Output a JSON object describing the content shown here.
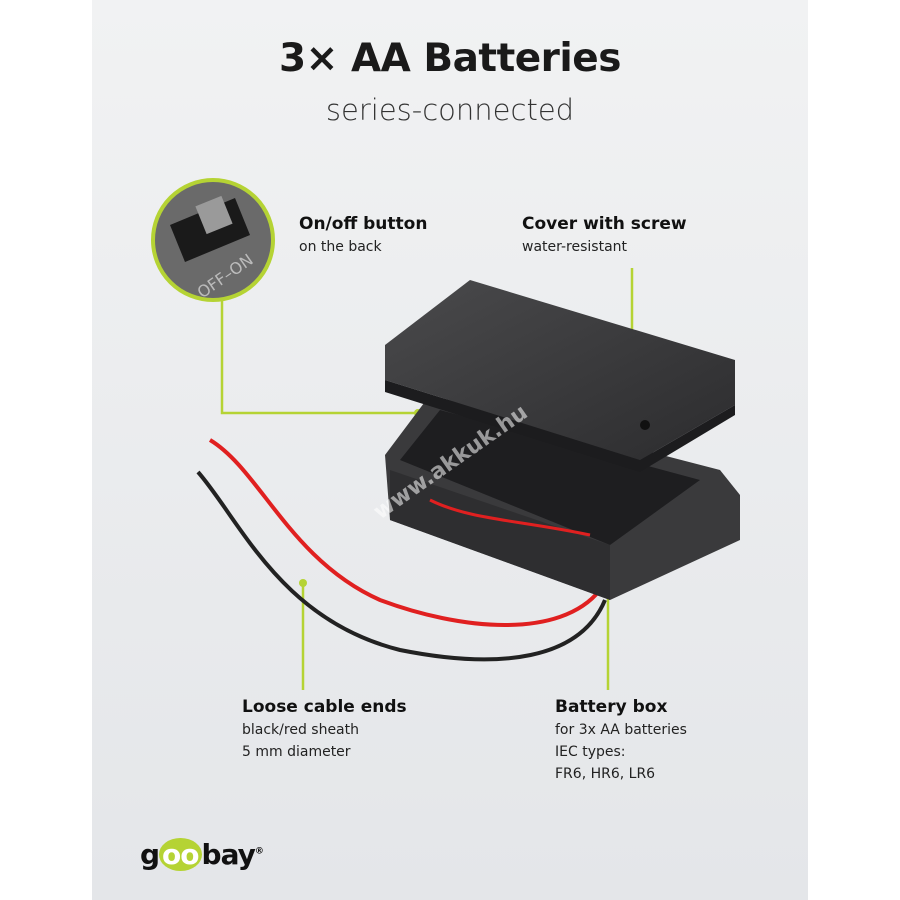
{
  "header": {
    "title": "3× AA Batteries",
    "subtitle": "series-connected"
  },
  "callouts": [
    {
      "heading": "On/off button",
      "lines": [
        "on the back"
      ]
    },
    {
      "heading": "Cover with screw",
      "lines": [
        "water-resistant"
      ]
    },
    {
      "heading": "Loose cable ends",
      "lines": [
        "black/red sheath",
        "5 mm diameter"
      ]
    },
    {
      "heading": "Battery box",
      "lines": [
        "for 3x AA batteries",
        "IEC types:",
        "FR6, HR6, LR6"
      ]
    }
  ],
  "switch_label": "OFF–ON",
  "watermark": "www.akkuk.hu",
  "logo": {
    "pre": "g",
    "mid": "oo",
    "post": "bay",
    "mark": "®"
  },
  "colors": {
    "accent": "#b5d334",
    "panel": "#eceef0",
    "product": "#3a3a3c",
    "wire_red": "#e02020"
  }
}
